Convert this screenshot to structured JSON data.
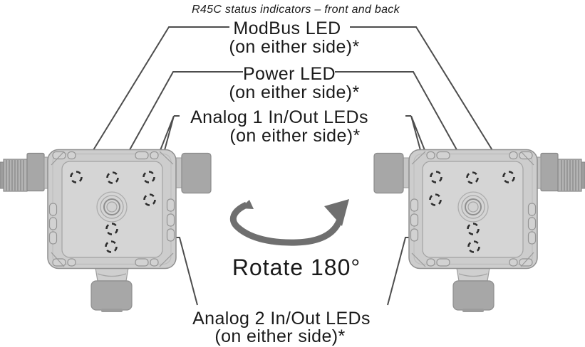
{
  "title": "R45C status indicators – front and back",
  "callouts": {
    "modbus": {
      "title": "ModBus LED",
      "subtitle": "(on either side)*"
    },
    "power": {
      "title": "Power LED",
      "subtitle": "(on either side)*"
    },
    "analog1": {
      "title": "Analog 1 In/Out LEDs",
      "subtitle": "(on either side)*"
    },
    "analog2": {
      "title": "Analog 2 In/Out LEDs",
      "subtitle": "(on either side)*"
    }
  },
  "rotate_label": "Rotate 180°",
  "colors": {
    "text": "#1a1a1a",
    "leader_line": "#4d4d4d",
    "arrow": "#6f6f6f",
    "device_body": "#cdcdcd",
    "device_face": "#d5d5d5",
    "connector": "#a7a7a7",
    "led_outline": "#2e2e2e"
  }
}
